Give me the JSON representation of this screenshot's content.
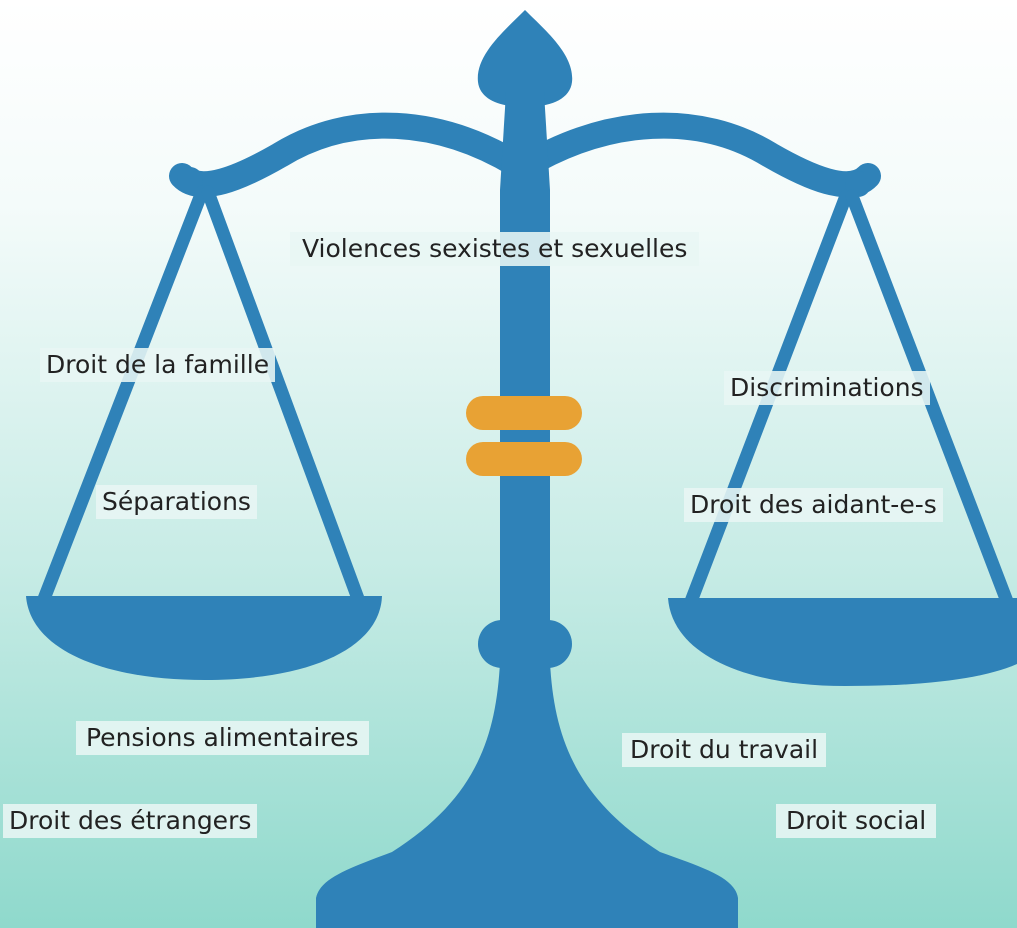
{
  "colors": {
    "background_top": "#ffffff",
    "background_bottom": "#8fd9cc",
    "scale_blue": "#2f82b8",
    "equals_orange": "#e8a234",
    "label_text": "#222222"
  },
  "icons": {
    "scale": "justice-scale-icon",
    "equals": "equals-icon"
  },
  "labels": {
    "violences": "Violences sexistes et sexuelles",
    "famille": "Droit de la famille",
    "separations": "Séparations",
    "discriminations": "Discriminations",
    "aidants": "Droit des aidant-e-s",
    "pensions": "Pensions alimentaires",
    "travail": "Droit du travail",
    "etrangers": "Droit des étrangers",
    "social": "Droit social"
  }
}
